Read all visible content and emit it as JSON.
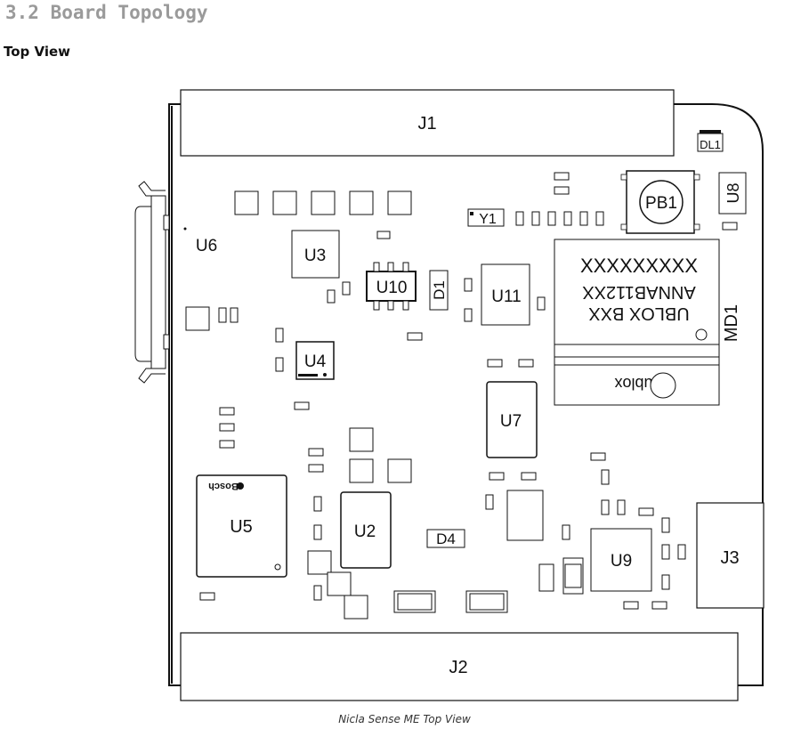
{
  "section_heading": "3.2 Board Topology",
  "subheading": "Top View",
  "caption": "Nicla Sense ME Top View",
  "labels": {
    "j1": "J1",
    "j2": "J2",
    "j3": "J3",
    "dl1": "DL1",
    "u8": "U8",
    "pb1": "PB1",
    "y1": "Y1",
    "u6": "U6",
    "u3": "U3",
    "u10": "U10",
    "d1": "D1",
    "u11": "U11",
    "u4": "U4",
    "u7": "U7",
    "u5": "U5",
    "u2": "U2",
    "d4": "D4",
    "u9": "U9",
    "md1": "MD1"
  },
  "module_text": {
    "line1": "XXXXXXXXX",
    "line2": "ANNAB112XX",
    "line3": "UBLOX   BXX",
    "brand": "ublox"
  },
  "chip_marks": {
    "bosch": "Bosch"
  }
}
